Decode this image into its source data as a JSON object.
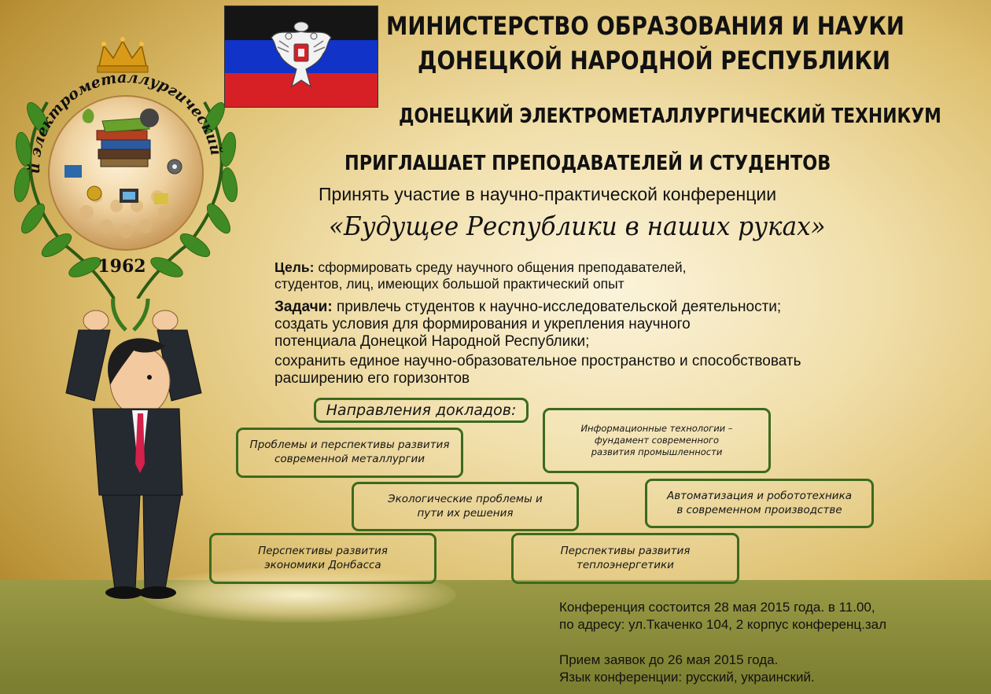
{
  "header": {
    "ministry_line1": "МИНИСТЕРСТВО ОБРАЗОВАНИЯ И НАУКИ",
    "ministry_line2": "ДОНЕЦКОЙ НАРОДНОЙ РЕСПУБЛИКИ",
    "college": "ДОНЕЦКИЙ ЭЛЕКТРОМЕТАЛЛУРГИЧЕСКИЙ ТЕХНИКУМ",
    "invites": "ПРИГЛАШАЕТ ПРЕПОДАВАТЕЛЕЙ И СТУДЕНТОВ",
    "participate": "Принять участие в научно-практической конференции",
    "conference_title": "«Будущее Республики в наших руках»"
  },
  "flag": {
    "colors": [
      "#151515",
      "#1133c8",
      "#d71f26"
    ]
  },
  "logo": {
    "arc_text": "Донецкий электрометаллургический техникум",
    "year": "1962",
    "icons": [
      "crown-icon",
      "books-icon",
      "laurel-wreath-icon",
      "gear-icon",
      "computer-icon"
    ]
  },
  "goal": {
    "label": "Цель:",
    "line1": "сформировать среду научного общения преподавателей,",
    "line2": "студентов, лиц, имеющих большой практический опыт"
  },
  "tasks": {
    "label": "Задачи:",
    "line1": "привлечь студентов к научно-исследовательской деятельности;",
    "line2": "создать условия для формирования и укрепления научного",
    "line3": "потенциала Донецкой Народной Республики;",
    "line4": "сохранить единое научно-образовательное пространство и способствовать",
    "line5": "расширению его горизонтов"
  },
  "directions": {
    "heading": "Направления докладов:",
    "items": [
      {
        "line1": "Проблемы и перспективы развития",
        "line2": "современной металлургии"
      },
      {
        "line1": "Информационные технологии –",
        "line2": "фундамент современного",
        "line3": "развития промышленности"
      },
      {
        "line1": "Экологические проблемы и",
        "line2": "пути их решения"
      },
      {
        "line1": "Автоматизация и робототехника",
        "line2": "в современном производстве"
      },
      {
        "line1": "Перспективы развития",
        "line2": "экономики Донбасса"
      },
      {
        "line1": "Перспективы развития",
        "line2": "теплоэнергетики"
      }
    ]
  },
  "info": {
    "line1": "Конференция состоится 28 мая 2015 года. в 11.00,",
    "line2": "по адресу: ул.Ткаченко 104, 2 корпус конференц.зал",
    "line3": "Прием заявок до 26 мая 2015 года.",
    "line4": "Язык конференции: русский, украинский."
  },
  "colors": {
    "box_border": "#3c6a1f",
    "ground": "#8a8c3a"
  }
}
